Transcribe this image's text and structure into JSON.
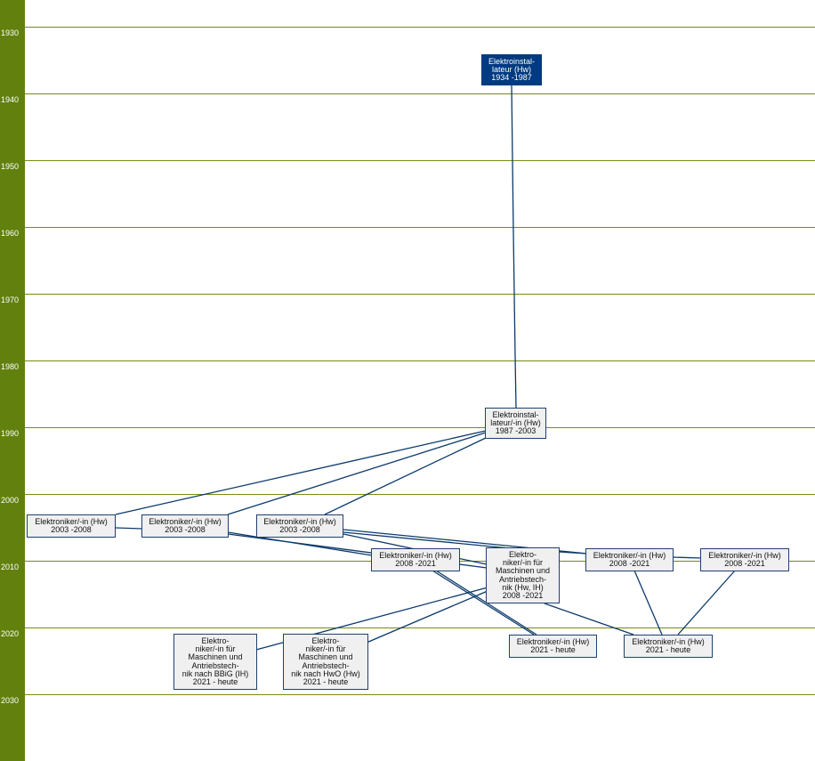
{
  "colors": {
    "sidebar": "#62800e",
    "grid_line": "#7a8a10",
    "connector": "#0c3a6b",
    "node_fill": "#f0f0f0",
    "node_border": "#1e4070",
    "highlight_fill": "#003a80"
  },
  "years": [
    "1930",
    "1940",
    "1950",
    "1960",
    "1970",
    "1980",
    "1990",
    "2000",
    "2010",
    "2020",
    "2030"
  ],
  "nodes": [
    {
      "id": "n1",
      "lines": [
        "Elektroinstal-",
        "lateur (Hw)",
        "1934 -1987"
      ]
    },
    {
      "id": "n2",
      "lines": [
        "Elektroinstal-",
        "lateur/-in (Hw)",
        "1987 -2003"
      ]
    },
    {
      "id": "n3",
      "lines": [
        "Elektroniker/-in (Hw)",
        "2003 -2008"
      ]
    },
    {
      "id": "n4",
      "lines": [
        "Elektroniker/-in (Hw)",
        "2003 -2008"
      ]
    },
    {
      "id": "n5",
      "lines": [
        "Elektroniker/-in (Hw)",
        "2003 -2008"
      ]
    },
    {
      "id": "n6",
      "lines": [
        "Elektroniker/-in (Hw)",
        "2008 -2021"
      ]
    },
    {
      "id": "n7",
      "lines": [
        "Elektro-",
        "niker/-in für",
        "Maschinen und",
        "Antriebstech-",
        "nik (Hw, IH)",
        "2008 -2021"
      ]
    },
    {
      "id": "n8",
      "lines": [
        "Elektroniker/-in (Hw)",
        "2008 -2021"
      ]
    },
    {
      "id": "n9",
      "lines": [
        "Elektroniker/-in (Hw)",
        "2008 -2021"
      ]
    },
    {
      "id": "n10",
      "lines": [
        "Elektro-",
        "niker/-in für",
        "Maschinen und",
        "Antriebstech-",
        "nik nach BBiG (IH)",
        "2021 - heute"
      ]
    },
    {
      "id": "n11",
      "lines": [
        "Elektro-",
        "niker/-in für",
        "Maschinen und",
        "Antriebstech-",
        "nik nach HwO (Hw)",
        "2021 - heute"
      ]
    },
    {
      "id": "n12",
      "lines": [
        "Elektroniker/-in (Hw)",
        "2021 - heute"
      ]
    },
    {
      "id": "n13",
      "lines": [
        "Elektroniker/-in (Hw)",
        "2021 - heute"
      ]
    }
  ]
}
